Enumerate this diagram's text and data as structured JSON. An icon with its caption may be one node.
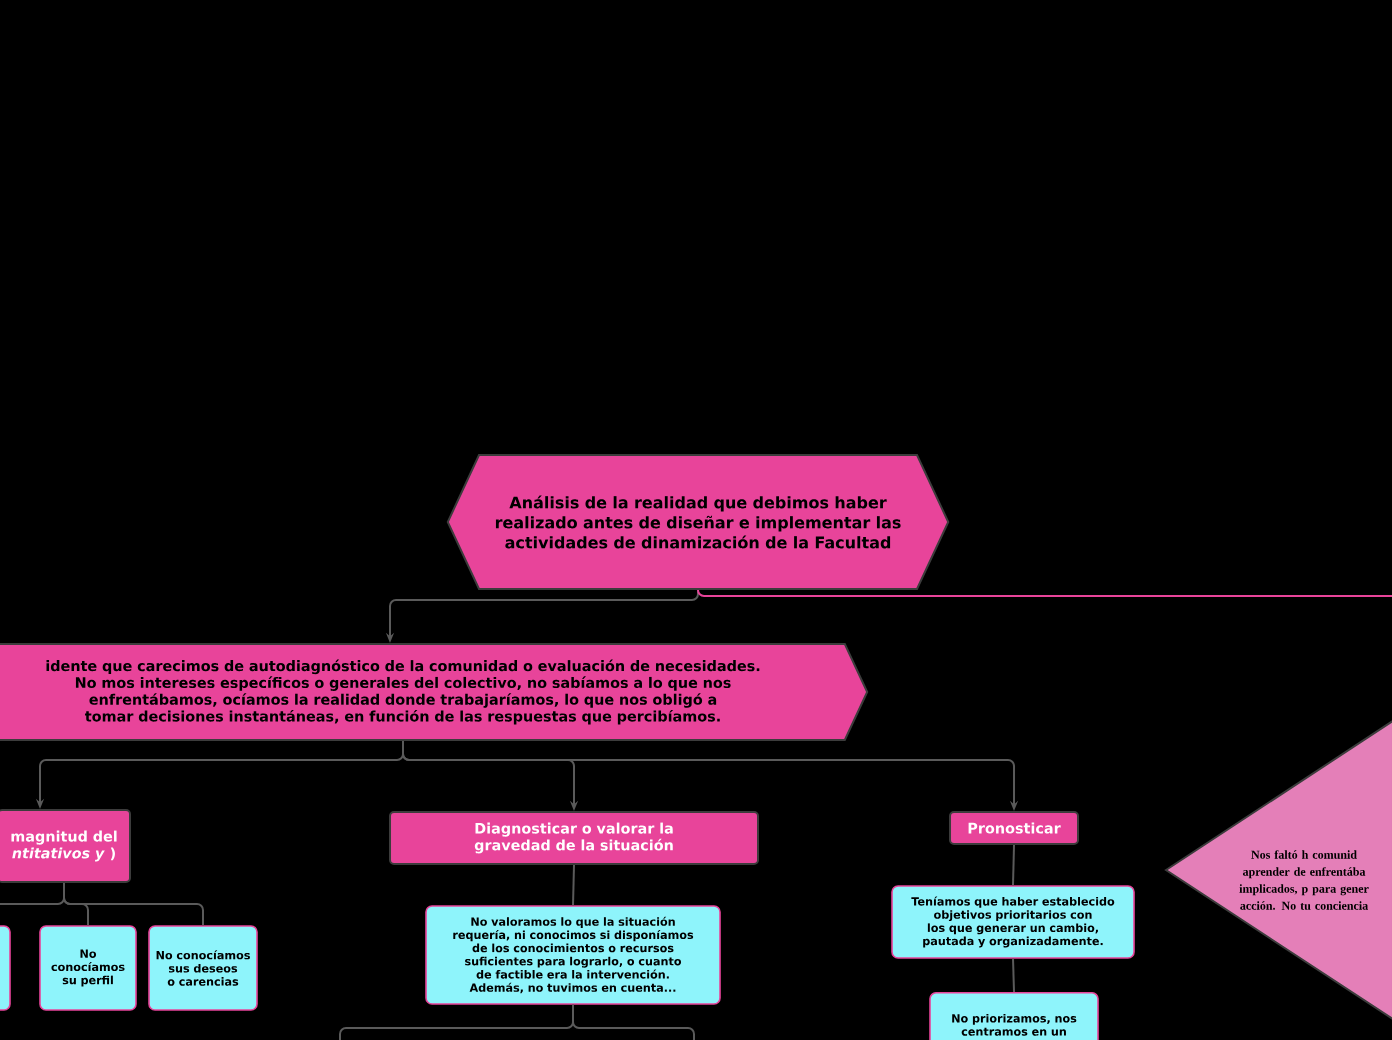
{
  "diagram": {
    "nodes": [
      {
        "text": [
          "Análisis de la realidad que debimos haber realizado antes de diseñar e implementar las actividades de dinamización de la Facultad"
        ]
      },
      {
        "text": [
          "idente que carecimos de autodiagnóstico de la comunidad o evaluación de necesidades. No mos intereses específicos o generales del colectivo, no sabíamos a lo que nos enfrentábamos, ocíamos la realidad donde trabajaríamos, lo que nos obligó a tomar decisiones instantáneas, en función de las respuestas que percibíamos."
        ]
      },
      {
        "text": [
          "magnitud del *ntitativos y* )"
        ]
      },
      {
        "text": [],
        "shape": "box"
      },
      {
        "text": [
          "No conocíamos su perfil"
        ]
      },
      {
        "text": [
          "No conocíamos sus deseos o carencias"
        ]
      },
      {
        "text": [
          "Diagnosticar o valorar la gravedad de la situación"
        ]
      },
      {
        "text": [
          "No valoramos lo que la situación requería, ni conocimos si disponíamos de los conocimientos o recursos suficientes para lograrlo, o cuanto de factible era la intervención. Además, no tuvimos en cuenta..."
        ]
      },
      {
        "text": [
          "Pronosticar"
        ]
      },
      {
        "text": [
          "Teníamos que haber establecido objetivos prioritarios con los que generar un cambio, pautada y organizadamente."
        ]
      },
      {
        "text": [
          "No priorizamos, nos centramos en un"
        ]
      },
      {
        "text": [
          "Nos faltó h comunid aprender de enfrentába implicados, p para gener acción. No tu conciencia"
        ]
      }
    ],
    "edges": [
      {
        "from": 0,
        "to": 1,
        "arrow": "to"
      },
      {
        "from": 0,
        "to": 11,
        "arrow": "none",
        "color": "#e8449a"
      },
      {
        "from": 1,
        "to": 2,
        "arrow": "to"
      },
      {
        "from": 1,
        "to": 6,
        "arrow": "to"
      },
      {
        "from": 1,
        "to": 8,
        "arrow": "to"
      },
      {
        "from": 2,
        "to": 3,
        "arrow": "none"
      },
      {
        "from": 2,
        "to": 4,
        "arrow": "none"
      },
      {
        "from": 2,
        "to": 5,
        "arrow": "none"
      },
      {
        "from": 6,
        "to": 7,
        "arrow": "none"
      },
      {
        "from": 7,
        "to": null,
        "arrow": "none"
      },
      {
        "from": 7,
        "to": null,
        "arrow": "none"
      },
      {
        "from": 8,
        "to": 9,
        "arrow": "none"
      },
      {
        "from": 9,
        "to": 10,
        "arrow": "none"
      }
    ]
  }
}
